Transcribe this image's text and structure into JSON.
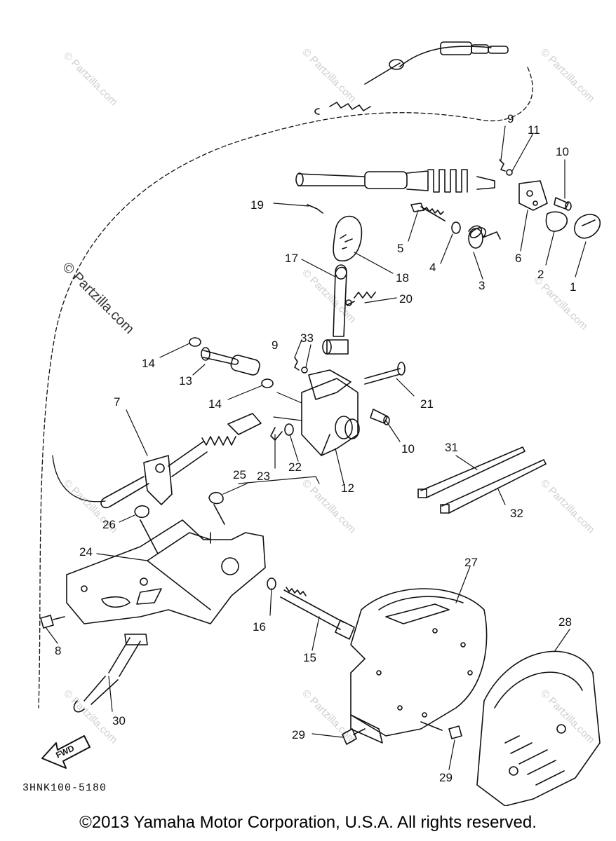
{
  "diagram": {
    "drawing_code": "3HNK100-5180",
    "copyright": "©2013 Yamaha Motor Corporation, U.S.A. All rights reserved.",
    "watermark": "© Partzilla.com",
    "fwd_label": "FWD",
    "callouts": {
      "c1": "1",
      "c2": "2",
      "c3": "3",
      "c4": "4",
      "c5": "5",
      "c6": "6",
      "c7": "7",
      "c8": "8",
      "c9a": "9",
      "c9b": "9",
      "c10a": "10",
      "c10b": "10",
      "c11": "11",
      "c12": "12",
      "c13": "13",
      "c14a": "14",
      "c14b": "14",
      "c15": "15",
      "c16": "16",
      "c17": "17",
      "c18": "18",
      "c19": "19",
      "c20": "20",
      "c21": "21",
      "c22": "22",
      "c23": "23",
      "c24": "24",
      "c25": "25",
      "c26": "26",
      "c27": "27",
      "c28": "28",
      "c29a": "29",
      "c29b": "29",
      "c30": "30",
      "c31": "31",
      "c32": "32",
      "c33": "33"
    }
  }
}
